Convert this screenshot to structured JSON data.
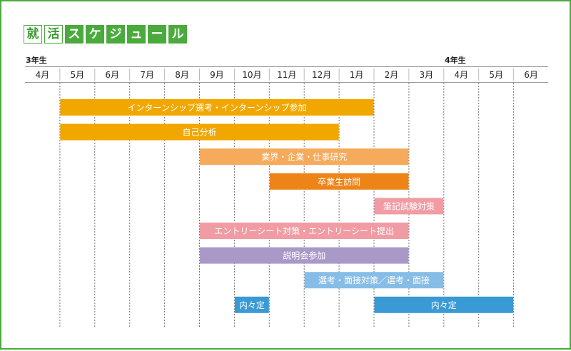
{
  "title": {
    "outline_chars": [
      "就",
      "活"
    ],
    "filled_chars": [
      "ス",
      "ケ",
      "ジ",
      "ュ",
      "ー",
      "ル"
    ]
  },
  "years": {
    "start": "3年生",
    "end": "4年生"
  },
  "colors": {
    "frame": "#4aab3c",
    "internship": "#f2a700",
    "self_analysis": "#f2a700",
    "industry": "#f5aa5c",
    "ob_visit": "#ee8418",
    "written_test": "#f19ca4",
    "entry_sheet": "#f19ca4",
    "briefing": "#a999c9",
    "selection": "#86bde6",
    "offer": "#3a9ad6"
  },
  "chart_data": {
    "type": "gantt",
    "title": "就活スケジュール",
    "months": [
      "4月",
      "5月",
      "6月",
      "7月",
      "8月",
      "9月",
      "10月",
      "11月",
      "12月",
      "1月",
      "2月",
      "3月",
      "4月",
      "5月",
      "6月"
    ],
    "year_labels": [
      {
        "text": "3年生",
        "month_index": 0
      },
      {
        "text": "4年生",
        "month_index": 12
      }
    ],
    "tasks": [
      {
        "label": "インターンシップ選考・インターンシップ参加",
        "start": 1,
        "end": 10,
        "color_key": "internship"
      },
      {
        "label": "自己分析",
        "start": 1,
        "end": 9,
        "color_key": "self_analysis"
      },
      {
        "label": "業界・企業・仕事研究",
        "start": 5,
        "end": 11,
        "color_key": "industry"
      },
      {
        "label": "卒業生訪問",
        "start": 7,
        "end": 11,
        "color_key": "ob_visit"
      },
      {
        "label": "筆記試験対策",
        "start": 10,
        "end": 12,
        "color_key": "written_test"
      },
      {
        "label": "エントリーシート対策・エントリーシート提出",
        "start": 5,
        "end": 11,
        "color_key": "entry_sheet"
      },
      {
        "label": "説明会参加",
        "start": 5,
        "end": 11,
        "color_key": "briefing"
      },
      {
        "label": "選考・面接対策／選考・面接",
        "start": 8,
        "end": 12,
        "color_key": "selection"
      },
      {
        "label": "内々定",
        "start": 6,
        "end": 7,
        "color_key": "offer"
      },
      {
        "label": "内々定",
        "start": 10,
        "end": 14,
        "color_key": "offer"
      }
    ]
  }
}
